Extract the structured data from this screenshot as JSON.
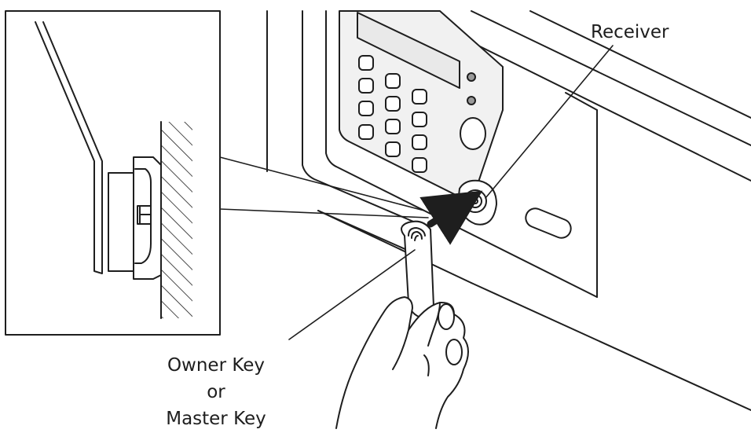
{
  "labels": {
    "receiver": "Receiver",
    "key_line1": "Owner Key",
    "key_line2": "or",
    "key_line3": "Master Key"
  },
  "colors": {
    "ink": "#1e1e1e",
    "panel_fill": "#f1f1f1",
    "button_fill": "#e9e9e9",
    "indicator_fill": "#9a9a9a"
  }
}
